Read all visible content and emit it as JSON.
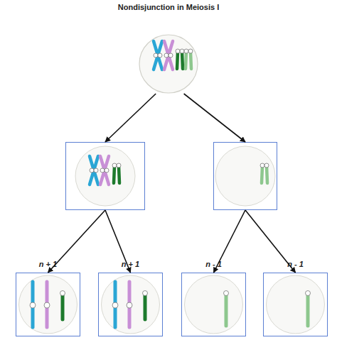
{
  "diagram": {
    "title": "Nondisjunction in Meiosis I",
    "nodes": [
      {
        "text": []
      },
      {
        "text": []
      },
      {
        "text": []
      },
      {
        "text": [
          "n + 1"
        ]
      },
      {
        "text": [
          "n + 1"
        ]
      },
      {
        "text": [
          "n - 1"
        ]
      },
      {
        "text": [
          "n - 1"
        ]
      }
    ],
    "edges": [
      {
        "from": 0,
        "to": 1,
        "arrow": "to"
      },
      {
        "from": 0,
        "to": 2,
        "arrow": "to"
      },
      {
        "from": 1,
        "to": 3,
        "arrow": "to"
      },
      {
        "from": 1,
        "to": 4,
        "arrow": "to"
      },
      {
        "from": 2,
        "to": 5,
        "arrow": "to"
      },
      {
        "from": 2,
        "to": 6,
        "arrow": "to"
      }
    ]
  }
}
